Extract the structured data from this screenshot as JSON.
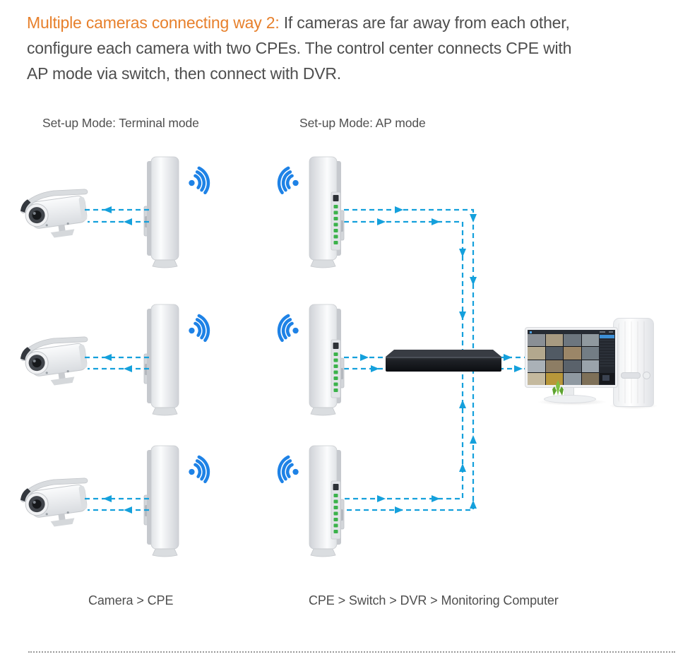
{
  "header": {
    "line1_highlight": "Multiple cameras connecting way 2:",
    "line1_rest": " If cameras are far away from each other,",
    "line2": "configure each camera with two CPEs. The control center connects CPE with",
    "line3": "AP mode via switch, then connect with DVR."
  },
  "modes": {
    "terminal": "Set-up Mode: Terminal mode",
    "ap": "Set-up Mode: AP mode"
  },
  "captions": {
    "left": "Camera > CPE",
    "right": "CPE > Switch > DVR > Monitoring Computer"
  },
  "colors": {
    "accent_orange": "#E7802C",
    "text_gray": "#4E4E4E",
    "line_cyan": "#14A0DC",
    "wifi_blue": "#1E82E6",
    "led_green": "#3BB24A"
  },
  "icons": {
    "wifi_terminal": "wifi-signal-right-icon",
    "wifi_ap": "wifi-signal-left-icon"
  },
  "devices": {
    "camera": "cctv-bullet-camera",
    "cpe_terminal": "cpe-terminal-mode",
    "cpe_ap": "cpe-ap-mode",
    "switch": "network-switch-dvr",
    "monitor": "monitoring-computer",
    "tower": "pc-tower"
  }
}
